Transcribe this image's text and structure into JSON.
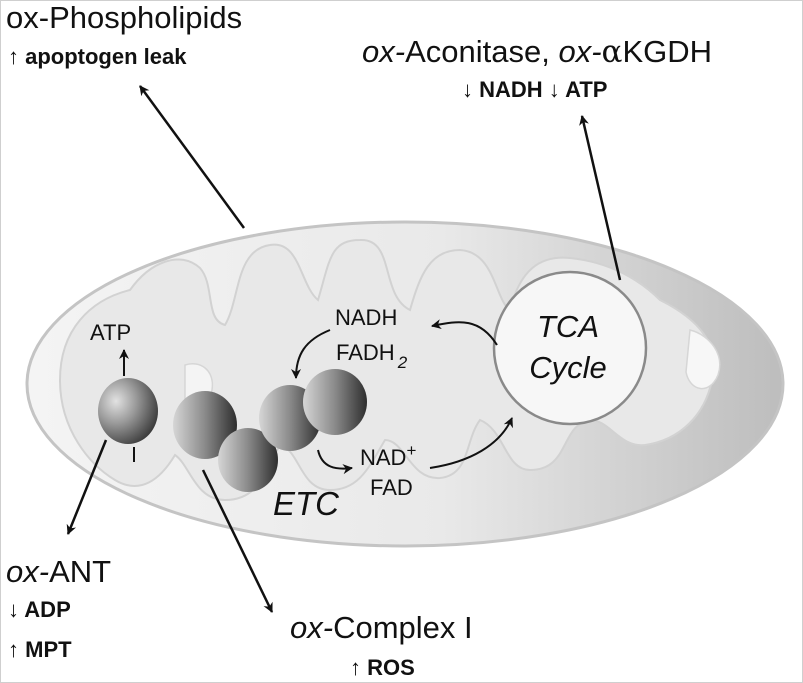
{
  "labels": {
    "phospholipids_prefix": "ox-",
    "phospholipids_name": "Phospholipids",
    "phospholipids_effect": "↑ apoptogen leak",
    "aconitase_prefix": "ox-",
    "aconitase_name": "Aconitase, ",
    "akgdh_prefix": "ox-",
    "akgdh_alpha": "α",
    "akgdh_name": "KGDH",
    "aconitase_effect": "↓ NADH ↓ ATP",
    "tca_line1": "TCA",
    "tca_line2": "Cycle",
    "nadh": "NADH",
    "fadh": "FADH",
    "fadh_sub": "2",
    "nad": "NAD",
    "nad_sup": "+",
    "fad": "FAD",
    "atp": "ATP",
    "etc": "ETC",
    "ant_prefix": "ox-",
    "ant_name": "ANT",
    "ant_effect1": "↓ ADP",
    "ant_effect2": "↑ MPT",
    "complex_prefix": "ox-",
    "complex_name": "Complex I",
    "complex_effect": "↑ ROS"
  },
  "colors": {
    "membrane_outer": "#c8c8c8",
    "matrix_fill": "#e6e6e6",
    "cristae_fill": "#f0f0f0",
    "complex_dark": "#3c3c3c",
    "complex_light": "#cfcfcf",
    "text": "#111111"
  }
}
